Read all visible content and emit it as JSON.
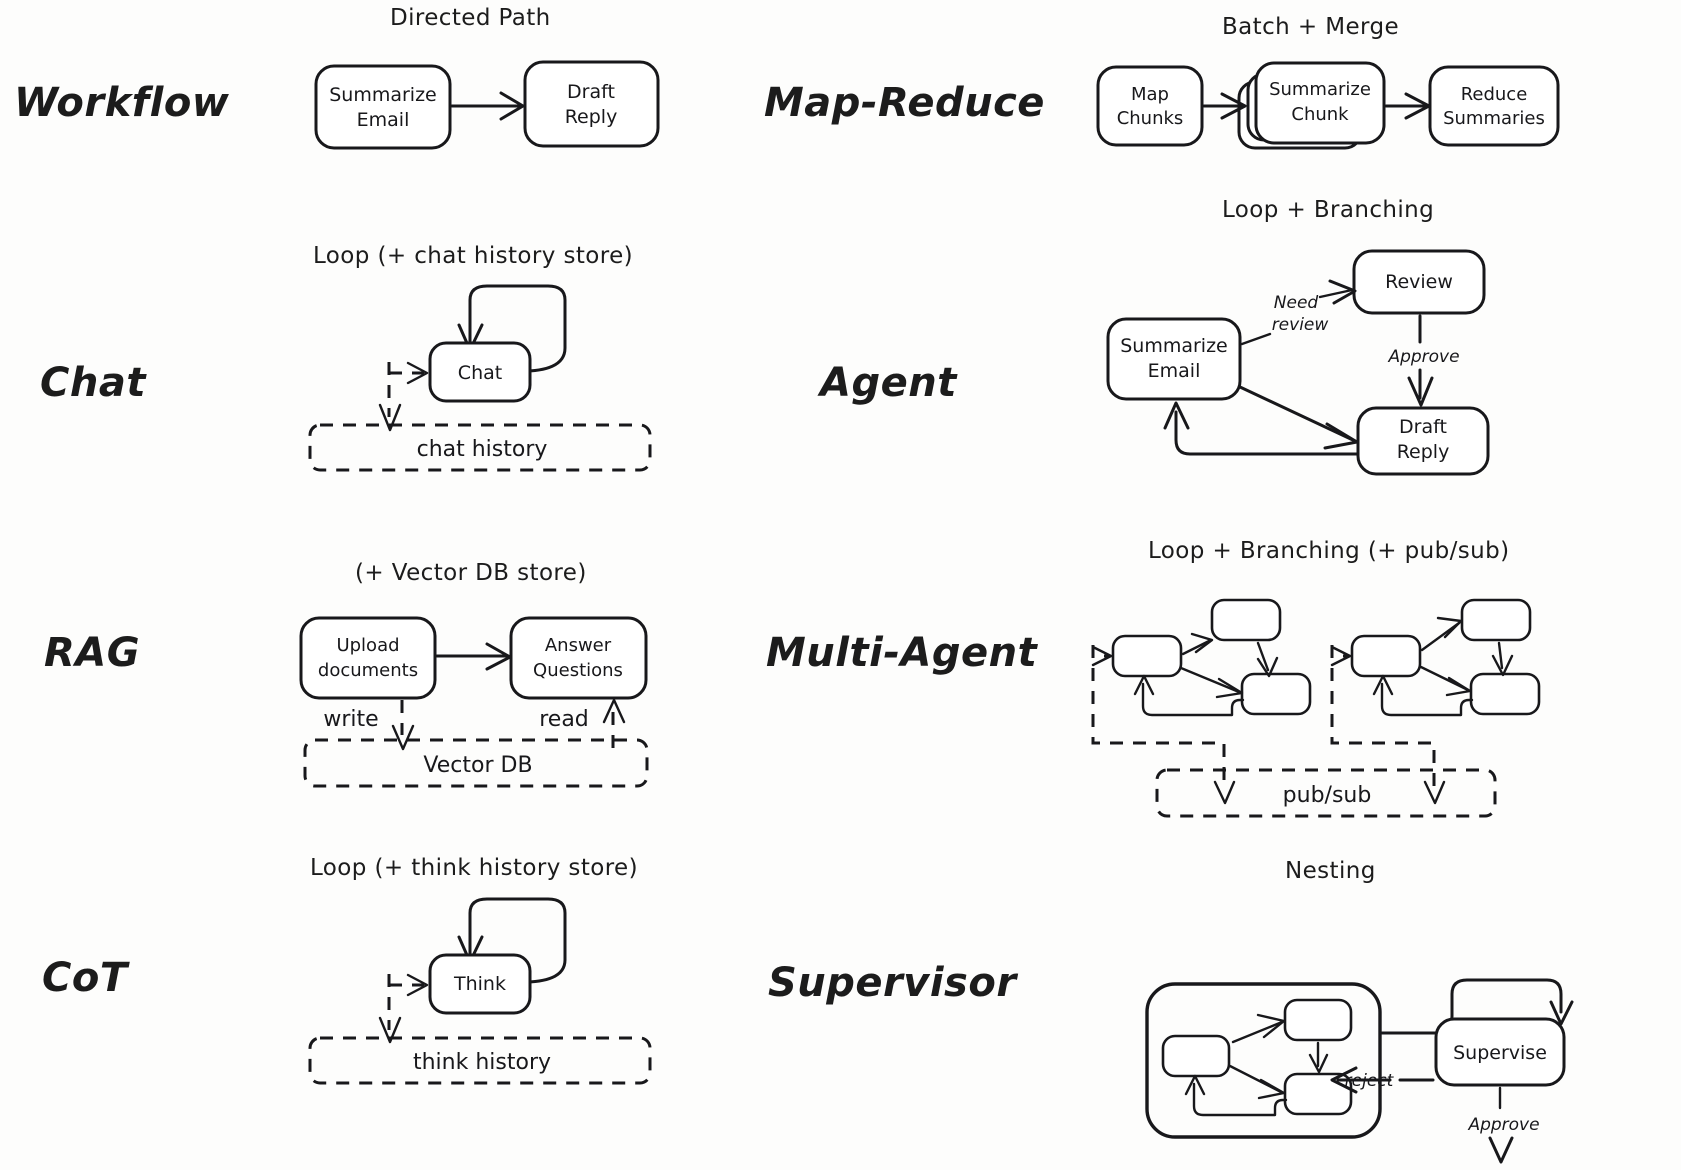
{
  "page": {
    "background": "#fdfdfc",
    "ink": "#18181b"
  },
  "rows": [
    {
      "left": {
        "label": "Workflow",
        "caption": "Directed Path",
        "nodes": [
          "Summarize Email",
          "Draft Reply"
        ],
        "stores": [],
        "edge_labels": []
      },
      "right": {
        "label": "Map-Reduce",
        "caption": "Batch + Merge",
        "nodes": [
          "Map Chunks",
          "Summarize Chunk",
          "Reduce Summaries"
        ],
        "stores": [],
        "edge_labels": []
      }
    },
    {
      "left": {
        "label": "Chat",
        "caption": "Loop (+ chat history store)",
        "nodes": [
          "Chat"
        ],
        "stores": [
          "chat history"
        ],
        "edge_labels": []
      },
      "right": {
        "label": "Agent",
        "caption": "Loop + Branching",
        "nodes": [
          "Summarize Email",
          "Review",
          "Draft Reply"
        ],
        "stores": [],
        "edge_labels": [
          "Need review",
          "Approve"
        ]
      }
    },
    {
      "left": {
        "label": "RAG",
        "caption": "(+ Vector DB store)",
        "nodes": [
          "Upload documents",
          "Answer Questions"
        ],
        "stores": [
          "Vector DB"
        ],
        "edge_labels": [
          "write",
          "read"
        ]
      },
      "right": {
        "label": "Multi-Agent",
        "caption": "Loop + Branching (+ pub/sub)",
        "nodes": [
          "",
          "",
          "",
          "",
          "",
          ""
        ],
        "stores": [
          "pub/sub"
        ],
        "edge_labels": []
      }
    },
    {
      "left": {
        "label": "CoT",
        "caption": "Loop (+ think history store)",
        "nodes": [
          "Think"
        ],
        "stores": [
          "think history"
        ],
        "edge_labels": []
      },
      "right": {
        "label": "Supervisor",
        "caption": "Nesting",
        "nodes": [
          "Supervise",
          "",
          "",
          ""
        ],
        "stores": [],
        "edge_labels": [
          "reject",
          "Approve"
        ]
      }
    }
  ],
  "labels": {
    "workflow": "Workflow",
    "chat": "Chat",
    "rag": "RAG",
    "cot": "CoT",
    "map_reduce": "Map-Reduce",
    "agent": "Agent",
    "multi_agent": "Multi-Agent",
    "supervisor": "Supervisor"
  },
  "captions": {
    "directed_path": "Directed Path",
    "batch_merge": "Batch + Merge",
    "loop_chat": "Loop (+ chat history store)",
    "loop_branching": "Loop + Branching",
    "vector_db_store": "(+ Vector DB store)",
    "loop_branching_pubsub": "Loop + Branching (+ pub/sub)",
    "loop_think": "Loop (+ think history store)",
    "nesting": "Nesting"
  },
  "nodes": {
    "summarize_email_1": "Summarize",
    "summarize_email_2": "Email",
    "draft_reply_1": "Draft",
    "draft_reply_2": "Reply",
    "map_chunks_1": "Map",
    "map_chunks_2": "Chunks",
    "summarize_chunk_1": "Summarize",
    "summarize_chunk_2": "Chunk",
    "reduce_summaries_1": "Reduce",
    "reduce_summaries_2": "Summaries",
    "chat": "Chat",
    "review": "Review",
    "agent_summarize_1": "Summarize",
    "agent_summarize_2": "Email",
    "agent_draft_1": "Draft",
    "agent_draft_2": "Reply",
    "upload_1": "Upload",
    "upload_2": "documents",
    "answer_1": "Answer",
    "answer_2": "Questions",
    "think": "Think",
    "supervise": "Supervise"
  },
  "stores": {
    "chat_history": "chat history",
    "vector_db": "Vector DB",
    "pub_sub": "pub/sub",
    "think_history": "think history"
  },
  "edges": {
    "need": "Need",
    "review": "review",
    "approve": "Approve",
    "write": "write",
    "read": "read",
    "reject": "reject",
    "approve2": "Approve"
  }
}
